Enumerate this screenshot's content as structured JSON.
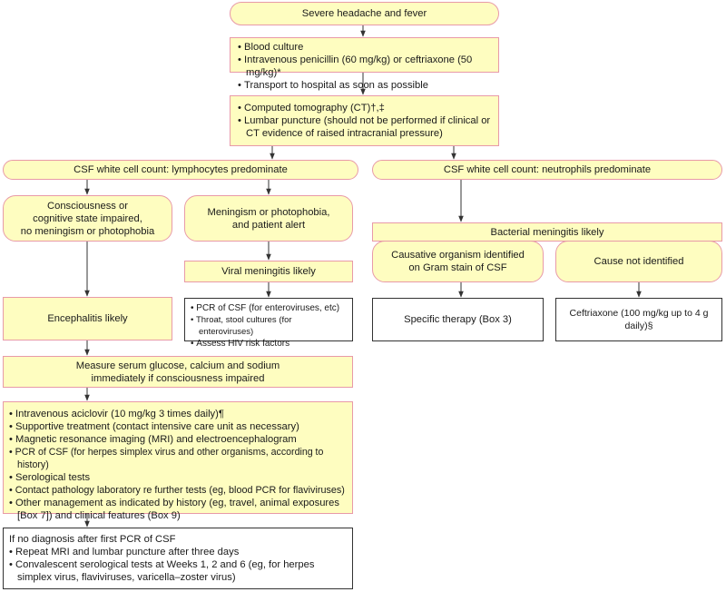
{
  "start": "Severe headache and fever",
  "initial": [
    "Blood culture",
    "Intravenous penicillin (60 mg/kg) or ceftriaxone (50 mg/kg)*",
    "Transport to hospital as soon as possible"
  ],
  "imaging": {
    "ct": "Computed tomography (CT)†,‡",
    "lp_line1": "Lumbar puncture (should not be performed if clinical or",
    "lp_line2": "CT evidence of raised intracranial pressure)"
  },
  "lymph": {
    "header": "CSF white cell count: lymphocytes predominate",
    "left_l1": "Consciousness or",
    "left_l2": "cognitive state impaired,",
    "left_l3": "no meningism or photophobia",
    "right_l1": "Meningism or photophobia,",
    "right_l2": "and patient alert",
    "viral": "Viral meningitis likely",
    "viral_tests": [
      "PCR of CSF (for enteroviruses, etc)",
      "Throat, stool cultures (for enteroviruses)",
      "Assess HIV risk factors"
    ],
    "enceph": "Encephalitis likely",
    "measure_l1": "Measure serum glucose, calcium and sodium",
    "measure_l2": "immediately if consciousness impaired",
    "management": [
      "Intravenous aciclovir (10 mg/kg 3 times daily)¶",
      "Supportive treatment (contact intensive care unit as necessary)",
      "Magnetic resonance imaging (MRI) and electroencephalogram",
      "PCR of CSF (for herpes simplex virus and other organisms, according to history)",
      "Serological tests",
      "Contact pathology laboratory re further tests (eg, blood PCR for flaviviruses)",
      "Other management as indicated by history (eg, travel, animal exposures [Box 7]) and clinical features (Box 9)"
    ],
    "nodiag_head": "If no diagnosis after first PCR of CSF",
    "nodiag": [
      "Repeat MRI and lumbar puncture after three days",
      "Convalescent serological tests at Weeks 1, 2 and 6 (eg, for herpes simplex virus, flaviviruses, varicella–zoster virus)"
    ]
  },
  "neut": {
    "header": "CSF white cell count: neutrophils predominate",
    "bacterial": "Bacterial meningitis likely",
    "gram_l1": "Causative organism identified",
    "gram_l2": "on Gram stain of CSF",
    "notid": "Cause not identified",
    "specific": "Specific therapy (Box 3)",
    "ceftriaxone": "Ceftriaxone (100 mg/kg up to 4 g daily)§"
  }
}
